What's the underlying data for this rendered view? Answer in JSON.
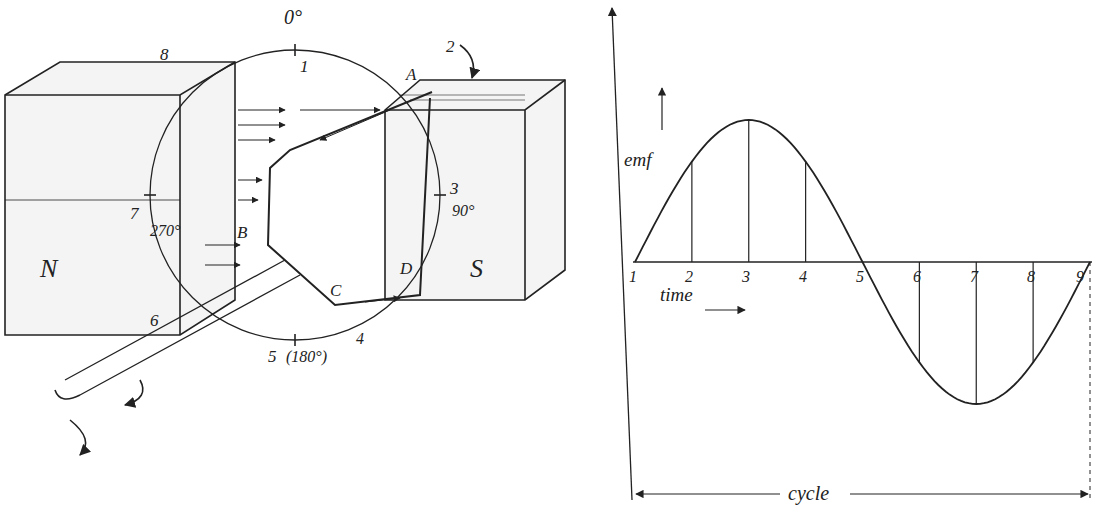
{
  "diagram": {
    "labels": [
      "0°",
      "1",
      "8",
      "2",
      "A",
      "7",
      "270°",
      "B",
      "3",
      "90°",
      "N",
      "S",
      "D",
      "C",
      "6",
      "5",
      "(180°)",
      "4",
      "emf",
      "time",
      "1",
      "2",
      "3",
      "4",
      "5",
      "6",
      "7",
      "8",
      "9",
      "cycle"
    ]
  }
}
